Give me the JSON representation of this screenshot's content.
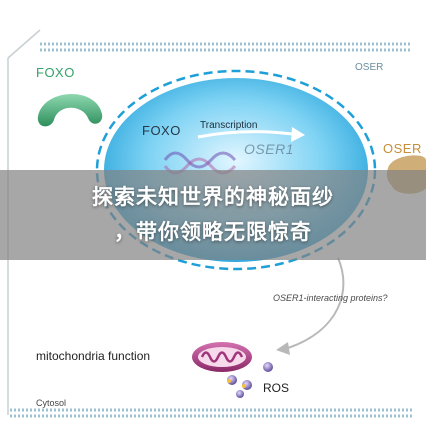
{
  "labels": {
    "foxo_cytoplasm": "FOXO",
    "foxo_nucleus": "FOXO",
    "transcription": "Transcription",
    "oser1_nucleus": "OSER1",
    "oser_right": "OSER",
    "oser_top": "OSER",
    "interacting_question": "OSER1-interacting proteins?",
    "mitochondria": "mitochondria function",
    "ros": "ROS",
    "cytosol": "Cytosol"
  },
  "banner": {
    "line1": "探索未知世界的神秘面纱",
    "line2": "，带你领略无限惊奇"
  },
  "colors": {
    "nucleus": "#28a9df",
    "foxo": "#3a9e6c",
    "mitochondria": "#a0357a",
    "ros": "#6a5aa0",
    "oser": "#c8a060"
  }
}
